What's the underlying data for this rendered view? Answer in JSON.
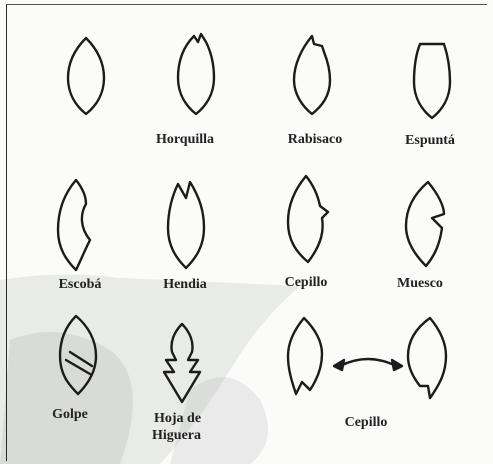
{
  "labels": {
    "horquilla": "Horquilla",
    "rabisaco": "Rabisaco",
    "espunta": "Espuntá",
    "escoba": "Escobá",
    "hendia": "Hendia",
    "cepillo_1": "Cepillo",
    "muesco": "Muesco",
    "golpe": "Golpe",
    "hoja_de_higuera_line1": "Hoja de",
    "hoja_de_higuera_line2": "Higuera",
    "cepillo_2": "Cepillo"
  },
  "shapes": [
    "leaf-normal-icon",
    "leaf-horquilla-icon",
    "leaf-rabisaco-icon",
    "leaf-espunta-icon",
    "leaf-escoba-icon",
    "leaf-hendia-icon",
    "leaf-cepillo-icon",
    "leaf-muesco-icon",
    "leaf-golpe-icon",
    "leaf-hoja-de-higuera-icon",
    "leaf-cepillo-left-icon",
    "double-arrow-icon",
    "leaf-cepillo-right-icon"
  ],
  "colors": {
    "ink": "#1c1c1c",
    "wash": "#9aa39a"
  }
}
